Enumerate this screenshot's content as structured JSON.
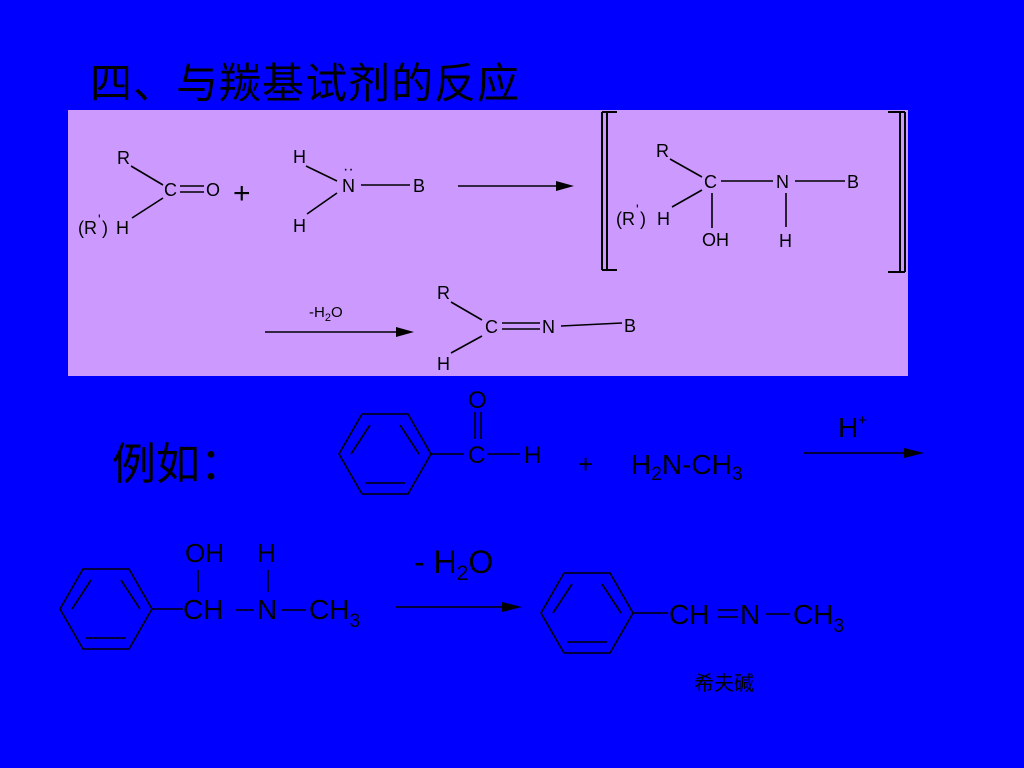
{
  "title": "四、与羰基试剂的反应",
  "general": {
    "R": "R",
    "C": "C",
    "O": "O",
    "Rprime_open": "(R",
    "Rprime_prime": "'",
    "Rprime_close": ")",
    "H": "H",
    "plus": "+",
    "N": "N",
    "lone_pair": "··",
    "B": "B",
    "OH": "OH",
    "minus": "-",
    "sub2": "2"
  },
  "example": {
    "label": "例如：",
    "O": "O",
    "C": "C",
    "H": "H",
    "plus": "+",
    "amine_H": "H",
    "amine_2": "2",
    "amine_N_CH": "N-CH",
    "amine_3": "3",
    "catalyst": "H",
    "catalyst_sup": "+",
    "OH": "OH",
    "CH": "CH",
    "N": "N",
    "CH3_C": "CH",
    "sub3": "3",
    "dehydrate_prefix": "- H",
    "dehydrate_2": "2",
    "dehydrate_O": "O",
    "product_CH": "CH",
    "product_N": "N",
    "product_CH3": "CH",
    "caption": "希夫碱"
  }
}
